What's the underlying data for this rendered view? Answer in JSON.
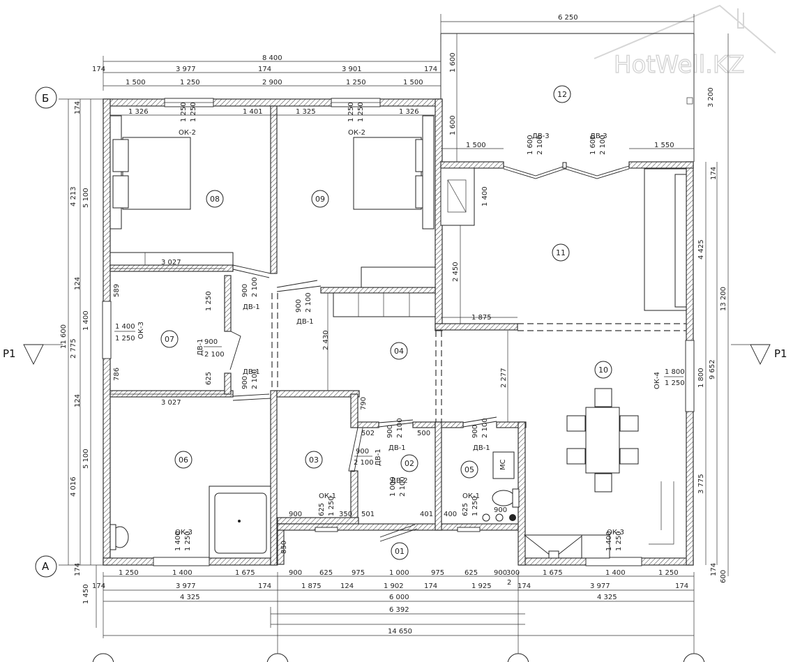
{
  "watermark": "HotWell.KZ",
  "axes": {
    "b": "Б",
    "a": "А"
  },
  "section": {
    "left": "P1",
    "right": "P1"
  },
  "rooms": {
    "r01": "01",
    "r02": "02",
    "r03": "03",
    "r04": "04",
    "r05": "05",
    "r06": "06",
    "r07": "07",
    "r08": "08",
    "r09": "09",
    "r10": "10",
    "r11": "11",
    "r12": "12"
  },
  "wc_label": "МС",
  "openings": {
    "ok2_a": {
      "mark": "ОК-2",
      "w": "1 250",
      "h": "1 250"
    },
    "ok2_b": {
      "mark": "ОК-2",
      "w": "1 250",
      "h": "1 250"
    },
    "ok3_07": {
      "mark": "ОК-3",
      "w": "1 400",
      "h": "1 250"
    },
    "ok4": {
      "mark": "ОК-4",
      "w": "1 800",
      "h": "1 250"
    },
    "ok3_06": {
      "mark": "ОК-3",
      "w": "1 400",
      "h": "1 250"
    },
    "ok1_03": {
      "mark": "ОК-1",
      "w": "625",
      "h": "1 250"
    },
    "ok1_05": {
      "mark": "ОК-1",
      "w": "625",
      "h": "1 250"
    },
    "ok3_10": {
      "mark": "ОК-3",
      "w": "1 400",
      "h": "1 250"
    },
    "dv1_08": {
      "mark": "ДВ-1",
      "w": "900",
      "h": "2 100"
    },
    "dv1_09": {
      "mark": "ДВ-1",
      "w": "900",
      "h": "2 100"
    },
    "dv1_07": {
      "mark": "ДВ-1",
      "w": "900",
      "h": "2 100"
    },
    "dv1_06": {
      "mark": "ДВ-1",
      "w": "900",
      "h": "2 100"
    },
    "dv1_03": {
      "mark": "ДВ-1",
      "w": "900",
      "h": "2 100"
    },
    "dv1_02": {
      "mark": "ДВ-1",
      "w": "900",
      "h": "2 100"
    },
    "dv1_05": {
      "mark": "ДВ-1",
      "w": "900",
      "h": "2 100"
    },
    "dv2": {
      "mark": "ДВ-2",
      "w": "1 000",
      "h": "2 100"
    },
    "dv3_a": {
      "mark": "ДВ-3",
      "w": "1 600",
      "h": "2 100"
    },
    "dv3_b": {
      "mark": "ДВ-3",
      "w": "1 600",
      "h": "2 100"
    }
  },
  "dims": {
    "terrace_width": "6 250",
    "top_total": "8 400",
    "top2": [
      "174",
      "3 977",
      "174",
      "3 901",
      "174"
    ],
    "top3": [
      "1 500",
      "1 250",
      "2 900",
      "1 250",
      "1 500"
    ],
    "in_top": [
      "1 326",
      "1 401",
      "1 325",
      "1 326"
    ],
    "t1600a": "1 600",
    "t1600b": "1 600",
    "t3200": "3 200",
    "t1500": "1 500",
    "t1550": "1 550",
    "t1400": "1 400",
    "w3027a": "3 027",
    "w3027b": "3 027",
    "d2450": "2 450",
    "d1875": "1 875",
    "d2430": "2 430",
    "d2277": "2 277",
    "d589": "589",
    "d1250": "1 250",
    "d786": "786",
    "d625": "625",
    "d790": "790",
    "d502": "502",
    "d500": "500",
    "d900_05": "900",
    "b_03": [
      "900",
      "350",
      "501"
    ],
    "b_02": [
      "401",
      "400"
    ],
    "d850": "850",
    "left": [
      "174",
      "4 213",
      "124",
      "2 775",
      "124",
      "4 016",
      "174"
    ],
    "left2": [
      "5 100",
      "1 400",
      "5 100"
    ],
    "left_total": "11 600",
    "right": [
      "174",
      "4 425",
      "1 800",
      "3 775",
      "174"
    ],
    "right2": "9 652",
    "right_total": "13 200",
    "r600": "600",
    "bot1": [
      "1 250",
      "1 400",
      "1 675",
      "900",
      "625",
      "975",
      "1 000",
      "975",
      "625",
      "900",
      "300",
      "1 675",
      "1 400",
      "1 250"
    ],
    "bot2": [
      "174",
      "3 977",
      "174",
      "1 875",
      "124",
      "1 902",
      "174",
      "1 925",
      "174",
      "3 977",
      "174"
    ],
    "bot3": [
      "4 325",
      "6 000",
      "4 325"
    ],
    "bot4": "6 392",
    "bot5": "14 650",
    "b2": "2",
    "b1450": "1 450"
  }
}
